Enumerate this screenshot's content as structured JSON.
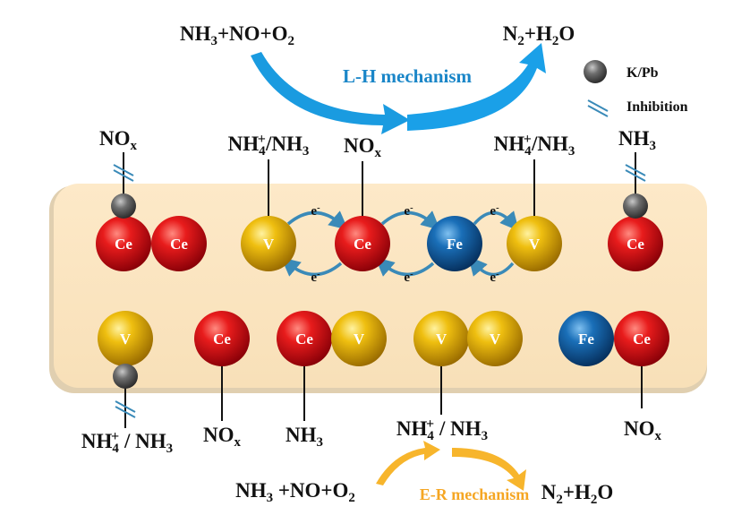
{
  "top_reaction": {
    "reactants": [
      {
        "t": "NH"
      },
      {
        "t": "3",
        "k": "sub"
      },
      {
        "t": "+NO+O"
      },
      {
        "t": "2",
        "k": "sub"
      }
    ],
    "products": [
      {
        "t": "N"
      },
      {
        "t": "2",
        "k": "sub"
      },
      {
        "t": "+H"
      },
      {
        "t": "2",
        "k": "sub"
      },
      {
        "t": "O"
      }
    ],
    "mechanism": "L-H mechanism"
  },
  "bottom_reaction": {
    "reactants": [
      {
        "t": "NH"
      },
      {
        "t": "3",
        "k": "sub"
      },
      {
        "t": " +NO+O"
      },
      {
        "t": "2",
        "k": "sub"
      }
    ],
    "products": [
      {
        "t": "N"
      },
      {
        "t": "2",
        "k": "sub"
      },
      {
        "t": "+H"
      },
      {
        "t": "2",
        "k": "sub"
      },
      {
        "t": "O"
      }
    ],
    "mechanism": "E-R mechanism"
  },
  "legend": {
    "poison": "K/Pb",
    "inhibition": "Inhibition"
  },
  "species": {
    "nox": [
      {
        "t": "NO"
      },
      {
        "t": "x",
        "k": "sub"
      }
    ],
    "nh3": [
      {
        "t": "NH"
      },
      {
        "t": "3",
        "k": "sub"
      }
    ],
    "nh4_nh3": [
      {
        "t": "NH"
      },
      {
        "t": "4",
        "k": "sub"
      },
      {
        "t": "+",
        "k": "sup"
      },
      {
        "t": "/NH"
      },
      {
        "t": "3",
        "k": "sub"
      }
    ],
    "nh4_nh3_spaced": [
      {
        "t": "NH"
      },
      {
        "t": "4",
        "k": "sub"
      },
      {
        "t": "+",
        "k": "sup"
      },
      {
        "t": " / NH"
      },
      {
        "t": "3",
        "k": "sub"
      }
    ]
  },
  "electron": [
    {
      "t": "e"
    },
    {
      "t": "-",
      "k": "sup"
    }
  ],
  "atoms": {
    "top_row": [
      "Ce",
      "Ce",
      "V",
      "Ce",
      "Fe",
      "V",
      "Ce"
    ],
    "bottom_row": [
      "V",
      "Ce",
      "Ce",
      "V",
      "V",
      "V",
      "Fe",
      "Ce"
    ]
  },
  "colors": {
    "Ce": "#e0101a",
    "V": "#e8b70c",
    "Fe": "#1467b0",
    "poison": "#6a6a6a",
    "lh": "#1a86c8",
    "er": "#f5a623",
    "panel": "#fbe5c2"
  }
}
